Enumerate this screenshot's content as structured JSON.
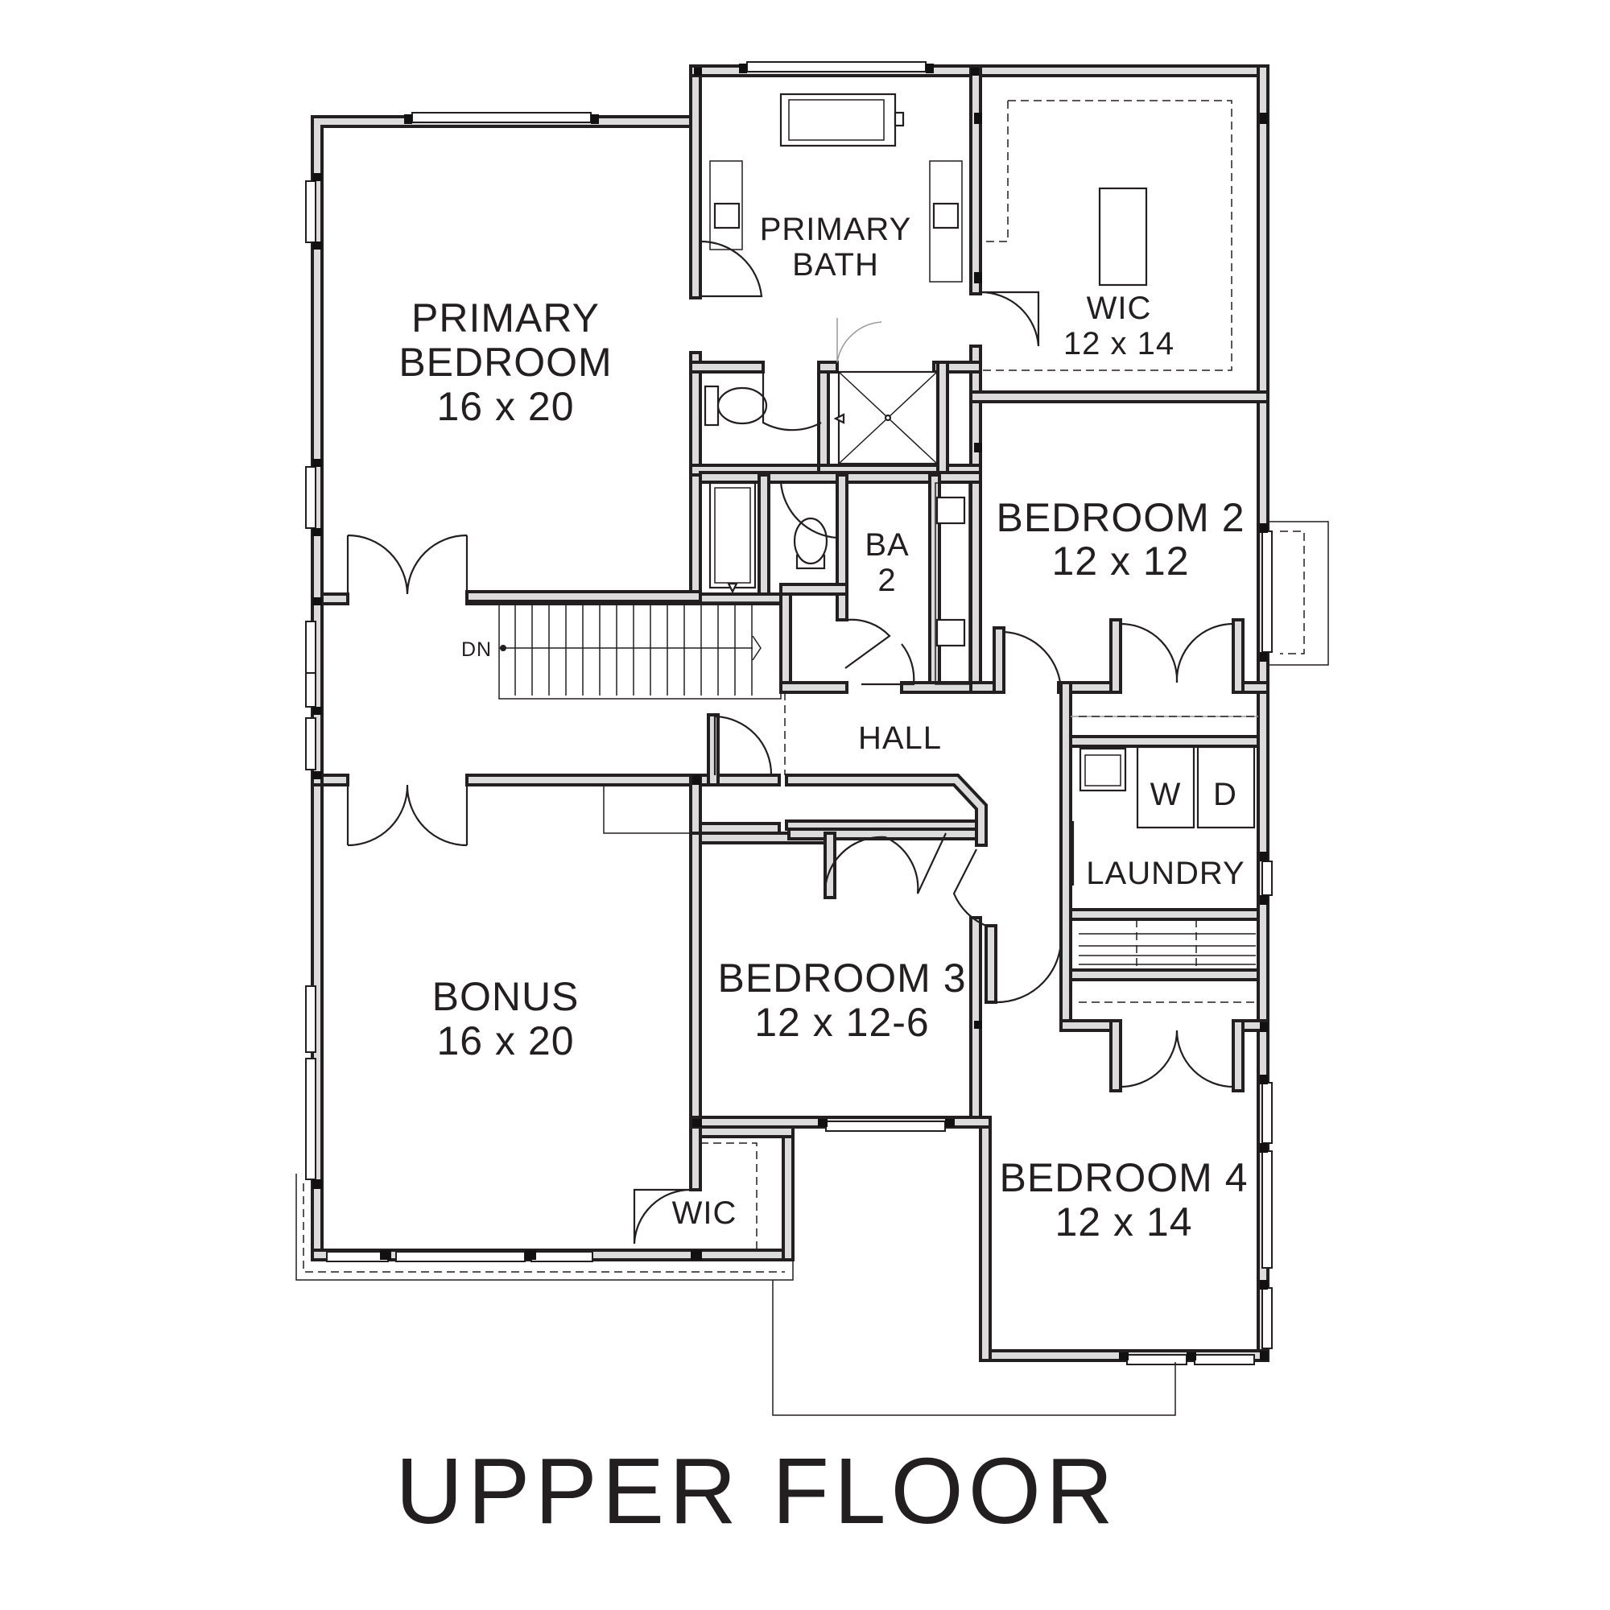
{
  "plan_title": "UPPER FLOOR",
  "rooms": {
    "primary_bedroom": {
      "name_line1": "PRIMARY",
      "name_line2": "BEDROOM",
      "size": "16 x 20"
    },
    "primary_bath": {
      "name_line1": "PRIMARY",
      "name_line2": "BATH"
    },
    "wic_primary": {
      "name": "WIC",
      "size": "12 x 14"
    },
    "bedroom_2": {
      "name": "BEDROOM 2",
      "size": "12 x 12"
    },
    "ba2": {
      "name_line1": "BA",
      "name_line2": "2"
    },
    "hall": {
      "name": "HALL"
    },
    "laundry": {
      "name": "LAUNDRY",
      "washer": "W",
      "dryer": "D"
    },
    "bonus": {
      "name": "BONUS",
      "size": "16 x 20"
    },
    "bedroom_3": {
      "name": "BEDROOM 3",
      "size": "12 x 12-6"
    },
    "bedroom_4": {
      "name": "BEDROOM 4",
      "size": "12 x 14"
    },
    "wic_bonus": {
      "name": "WIC"
    }
  },
  "stairs": {
    "label": "DN"
  }
}
